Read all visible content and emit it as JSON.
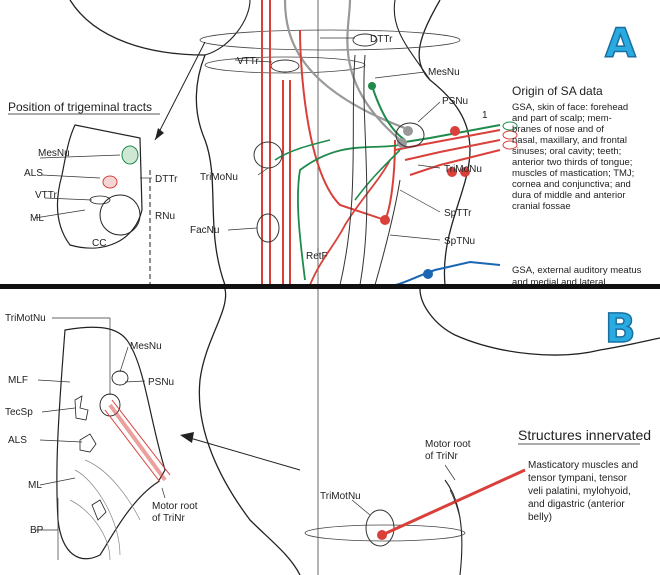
{
  "colors": {
    "sensory": "#d9403a",
    "motor": "#d9403a",
    "proprio": "#1e8b4c",
    "spinal": "#999999",
    "blue": "#1a66b3",
    "panel_letter": "#29abe2",
    "divider": "#111111"
  },
  "panel_a": {
    "letter": "A",
    "inset_title": "Position of trigeminal tracts",
    "inset_labels": {
      "mesnu": "MesNu",
      "als": "ALS",
      "vttr": "VTTr",
      "ml": "ML",
      "cc": "CC",
      "dttr": "DTTr",
      "rnu": "RNu"
    },
    "labels": {
      "dttr": "DTTr",
      "vttr": "VTTr",
      "mesnu": "MesNu",
      "psnu": "PSNu",
      "trimonu_left": "TriMoNu",
      "trimonu_right": "TriMoNu",
      "spttr": "SpTTr",
      "sptnu": "SpTNu",
      "facnu": "FacNu",
      "retf": "RetF",
      "one": "1"
    },
    "origin_title": "Origin of SA data",
    "origin_lines": [
      "GSA, skin of face: forehead",
      "and part of scalp; mem-",
      "branes of nose and of",
      "nasal, maxillary, and frontal",
      "sinuses;  oral cavity; teeth;",
      "anterior two thirds of tongue;",
      "muscles of mastication; TMJ;",
      "cornea and conjunctiva; and",
      "dura of middle and anterior",
      "cranial fossae"
    ],
    "gsa_lines": [
      "GSA, external auditory meatus",
      "and medial and lateral"
    ]
  },
  "panel_b": {
    "letter": "B",
    "left_labels": {
      "trimotnu": "TriMotNu",
      "mesnu": "MesNu",
      "mlf": "MLF",
      "psnu": "PSNu",
      "tecsp": "TecSp",
      "als": "ALS",
      "ml": "ML",
      "bp": "BP"
    },
    "motor_root_left": [
      "Motor root",
      "of TriNr"
    ],
    "motor_root_right": [
      "Motor root",
      "of TriNr"
    ],
    "trimotnu_right": "TriMotNu",
    "structures_title": "Structures innervated",
    "structures_lines": [
      "Masticatory muscles and",
      "tensor tympani, tensor",
      "veli palatini, mylohyoid,",
      "and digastric (anterior",
      "belly)"
    ]
  }
}
